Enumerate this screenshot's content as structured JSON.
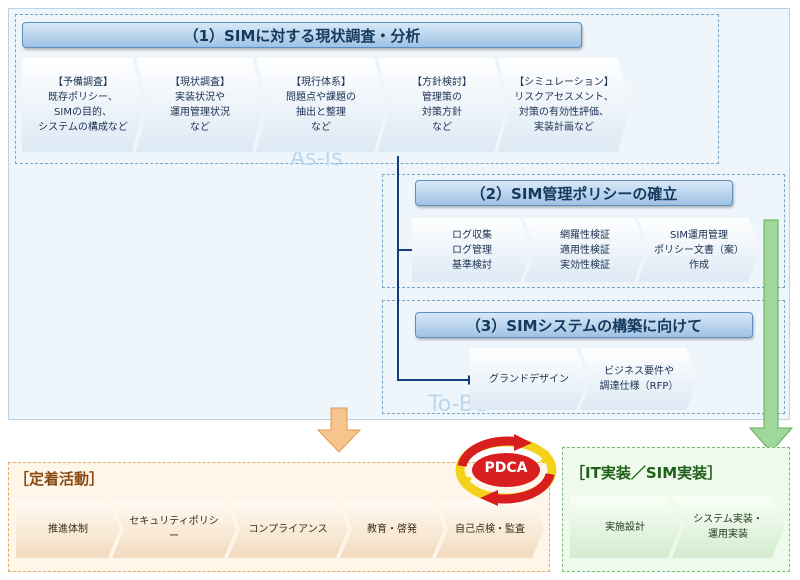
{
  "section1": {
    "title": "（1）SIMに対する現状調査・分析",
    "steps": [
      {
        "head": "【予備調査】",
        "body": "既存ポリシー、\nSIMの目的、\nシステムの構成など"
      },
      {
        "head": "【現状調査】",
        "body": "実装状況や\n運用管理状況\nなど"
      },
      {
        "head": "【現行体系】",
        "body": "問題点や課題の\n抽出と整理\nなど"
      },
      {
        "head": "【方針検討】",
        "body": "管理策の\n対策方針\nなど"
      },
      {
        "head": "【シミュレーション】",
        "body": "リスクアセスメント、\n対策の有効性評価、\n実装計画など"
      }
    ],
    "watermark": "As-Is"
  },
  "section2": {
    "title": "（2）SIM管理ポリシーの確立",
    "steps": [
      "ログ収集\nログ管理\n基準検討",
      "網羅性検証\n適用性検証\n実効性検証",
      "SIM運用管理\nポリシー文書（案）\n作成"
    ]
  },
  "section3": {
    "title": "（3）SIMシステムの構築に向けて",
    "steps": [
      "グランドデザイン",
      "ビジネス要件や\n調達仕様（RFP）"
    ],
    "watermark": "To-Be"
  },
  "teichaku": {
    "title": "［定着活動］",
    "steps": [
      "推進体制",
      "セキュリティポリシー",
      "コンプライアンス",
      "教育・啓発",
      "自己点検・監査"
    ]
  },
  "pdca_label": "PDCA",
  "it": {
    "title": "［IT実装／SIM実装］",
    "steps": [
      "実施設計",
      "システム実装・\n運用実装"
    ]
  },
  "colors": {
    "accent_blue": "#13395e",
    "arrow_orange": "#f6c48d",
    "arrow_green": "#9fd89a",
    "pdca_red": "#d81e1e",
    "pdca_yellow": "#f4d21c"
  }
}
